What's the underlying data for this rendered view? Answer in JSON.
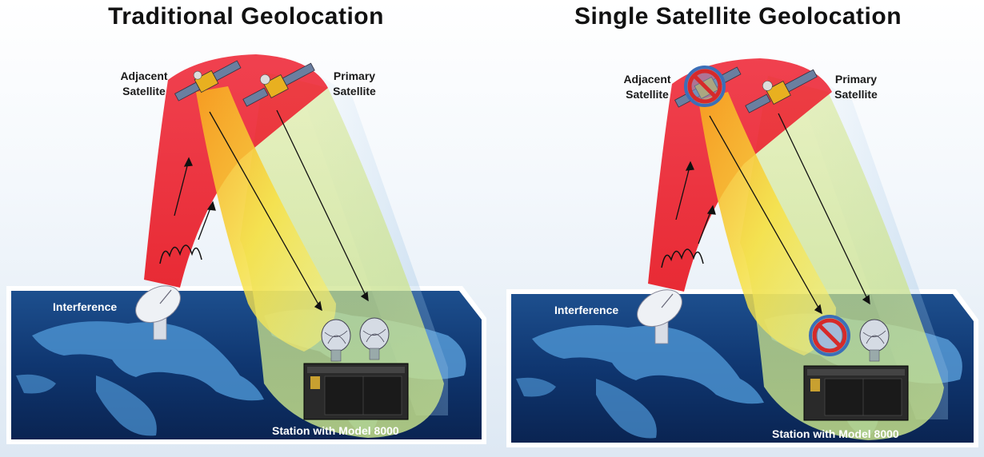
{
  "left": {
    "title": "Traditional Geolocation",
    "adjacent_satellite": [
      "Adjacent",
      "Satellite"
    ],
    "primary_satellite": [
      "Primary",
      "Satellite"
    ],
    "interference": "Interference",
    "station": "Station  with Model 8000"
  },
  "right": {
    "title": "Single Satellite Geolocation",
    "adjacent_satellite": [
      "Adjacent",
      "Satellite"
    ],
    "primary_satellite": [
      "Primary",
      "Satellite"
    ],
    "interference": "Interference",
    "station": "Station  with Model 8000"
  },
  "colors": {
    "map_dark": "#0b2a5c",
    "map_mid": "#1e5aa0",
    "land": "#4a90cf",
    "uplink_red": "#e8202a",
    "beam_yellow": "#f5e34a",
    "footprint_green": "#c8e08a",
    "prohibited_red": "#d62a2a",
    "prohibited_blue": "#3b6fb8"
  }
}
